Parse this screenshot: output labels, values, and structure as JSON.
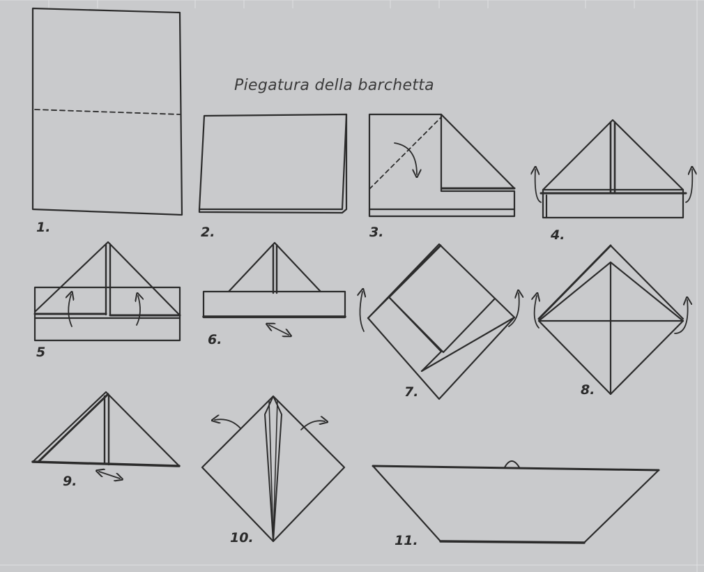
{
  "title": "Piegatura della barchetta",
  "steps": [
    {
      "label": "1."
    },
    {
      "label": "2."
    },
    {
      "label": "3."
    },
    {
      "label": "4."
    },
    {
      "label": "5"
    },
    {
      "label": "6."
    },
    {
      "label": "7."
    },
    {
      "label": "8."
    },
    {
      "label": "9."
    },
    {
      "label": "10."
    },
    {
      "label": "11."
    }
  ],
  "colors": {
    "paper": "#c9cacc",
    "ink": "#2b2b2b",
    "grid": "#e6e7e9"
  }
}
